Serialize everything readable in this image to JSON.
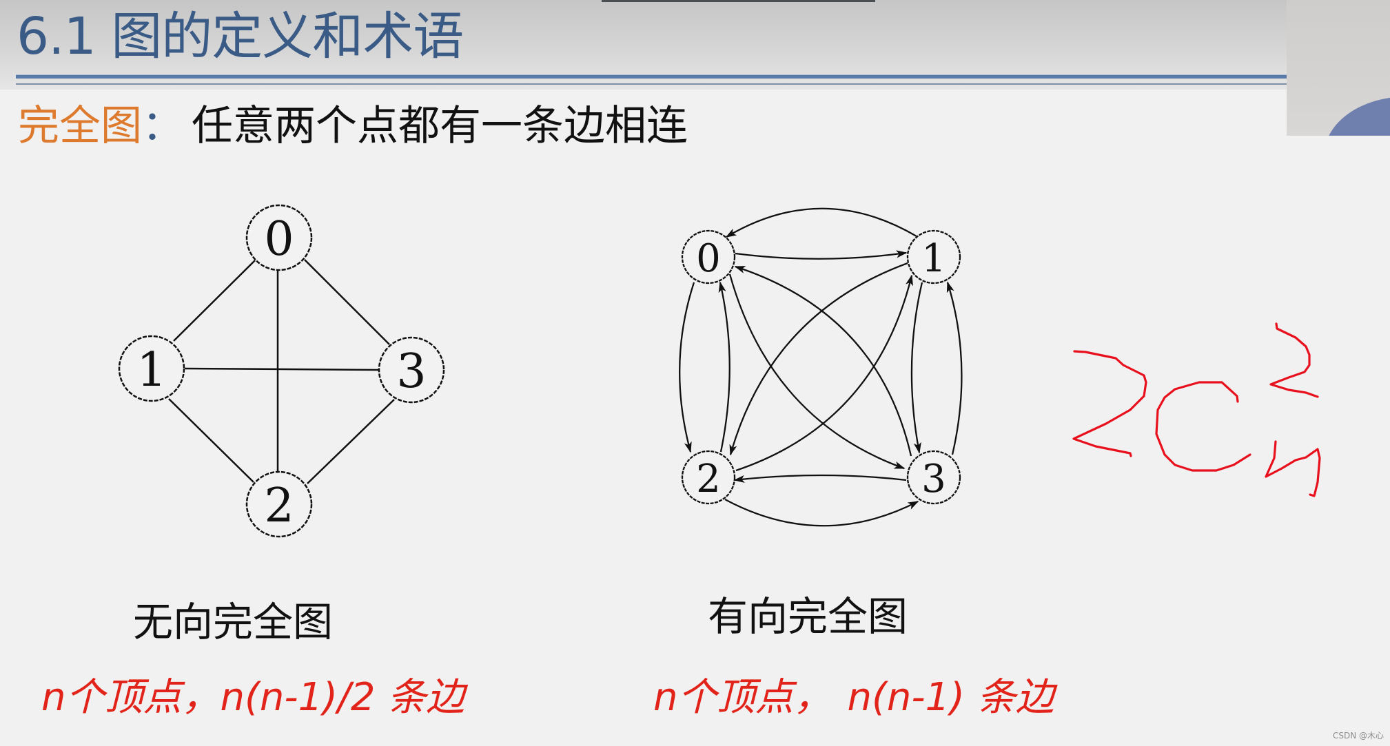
{
  "slide": {
    "title": "6.1 图的定义和术语",
    "subtitle": {
      "term": "完全图",
      "colon": "：",
      "definition": "任意两个点都有一条边相连"
    }
  },
  "undirected_graph": {
    "caption": "无向完全图",
    "formula_italic_prefix": "n个顶点，",
    "formula_rest": "n(n-1)/2 条边",
    "nodes": [
      {
        "id": "0",
        "label": "0"
      },
      {
        "id": "1",
        "label": "1"
      },
      {
        "id": "2",
        "label": "2"
      },
      {
        "id": "3",
        "label": "3"
      }
    ],
    "edges": [
      [
        "0",
        "1"
      ],
      [
        "0",
        "3"
      ],
      [
        "0",
        "2"
      ],
      [
        "1",
        "3"
      ],
      [
        "1",
        "2"
      ],
      [
        "3",
        "2"
      ]
    ]
  },
  "directed_graph": {
    "caption": "有向完全图",
    "formula_italic_prefix": "n个顶点，",
    "formula_rest": "n(n-1) 条边",
    "nodes": [
      {
        "id": "0",
        "label": "0"
      },
      {
        "id": "1",
        "label": "1"
      },
      {
        "id": "2",
        "label": "2"
      },
      {
        "id": "3",
        "label": "3"
      }
    ],
    "edges": [
      [
        "1",
        "0"
      ],
      [
        "0",
        "1"
      ],
      [
        "0",
        "2"
      ],
      [
        "2",
        "0"
      ],
      [
        "1",
        "3"
      ],
      [
        "3",
        "1"
      ],
      [
        "3",
        "2"
      ],
      [
        "2",
        "3"
      ],
      [
        "0",
        "3"
      ],
      [
        "3",
        "0"
      ],
      [
        "1",
        "2"
      ],
      [
        "2",
        "1"
      ]
    ]
  },
  "annotation": {
    "handwritten_text": "2C²ₙ",
    "color": "#e8101c"
  },
  "colors": {
    "title": "#3b5b87",
    "term": "#dd7a2e",
    "formula": "#e2231a",
    "background": "#f1f1f1"
  },
  "watermark": "CSDN @木心"
}
